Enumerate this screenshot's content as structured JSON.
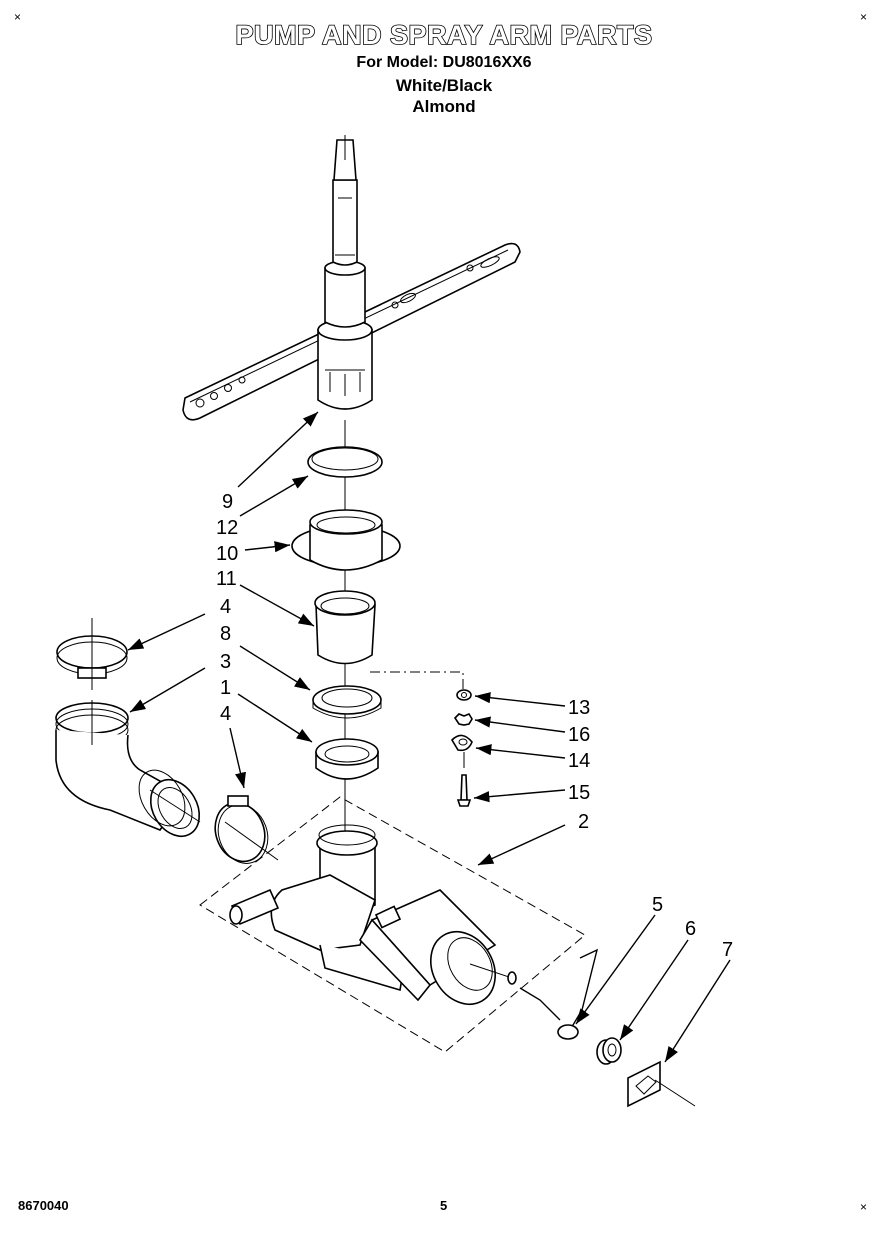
{
  "header": {
    "title": "PUMP AND SPRAY ARM PARTS",
    "model": "For Model: DU8016XX6",
    "color_1": "White/Black",
    "color_2": "Almond"
  },
  "callouts": [
    "9",
    "12",
    "10",
    "11",
    "4",
    "8",
    "3",
    "1",
    "4",
    "13",
    "16",
    "14",
    "15",
    "2",
    "5",
    "6",
    "7"
  ],
  "footer": {
    "code": "8670040",
    "page": "5"
  }
}
